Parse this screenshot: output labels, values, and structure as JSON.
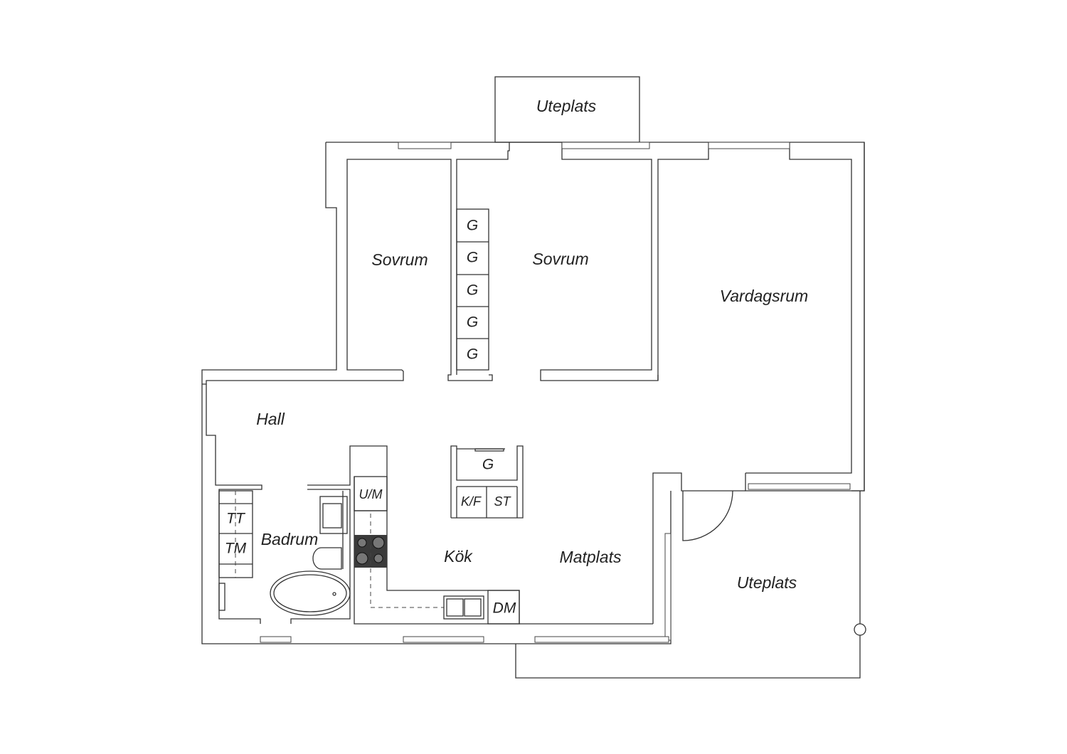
{
  "rooms": {
    "balcony_top": "Uteplats",
    "bedroom_1": "Sovrum",
    "bedroom_2": "Sovrum",
    "living_room": "Vardagsrum",
    "hall": "Hall",
    "bathroom": "Badrum",
    "kitchen": "Kök",
    "dining": "Matplats",
    "patio": "Uteplats"
  },
  "fixtures": {
    "wardrobes": [
      "G",
      "G",
      "G",
      "G",
      "G"
    ],
    "island_wardrobe": "G",
    "fridge_freezer": "K/F",
    "storage": "ST",
    "oven_microwave": "U/M",
    "dishwasher": "DM",
    "dryer": "TT",
    "washer": "TM"
  },
  "colors": {
    "line": "#333333",
    "stove": "#3a3a3a"
  }
}
